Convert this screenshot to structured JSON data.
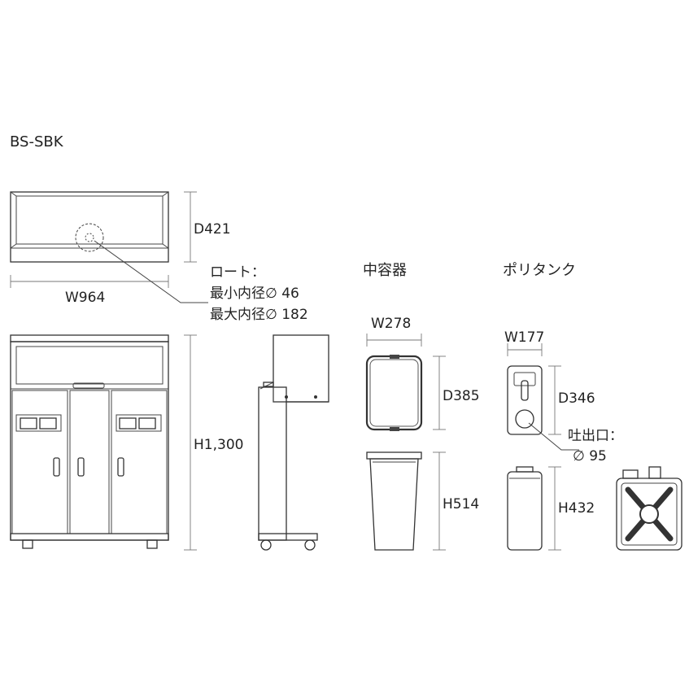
{
  "model": "BS-SBK",
  "cabinet": {
    "depth_label": "D421",
    "width_label": "W964",
    "height_label": "H1,300"
  },
  "funnel": {
    "title": "ロート：",
    "min_label": "最小内径∅ 46",
    "max_label": "最大内径∅ 182"
  },
  "inner_container": {
    "title": "中容器",
    "width_label": "W278",
    "depth_label": "D385",
    "height_label": "H514"
  },
  "poly_tank": {
    "title": "ポリタンク",
    "width_label": "W177",
    "depth_label": "D346",
    "height_label": "H432",
    "spout_title": "吐出口：",
    "spout_label": "∅ 95"
  }
}
